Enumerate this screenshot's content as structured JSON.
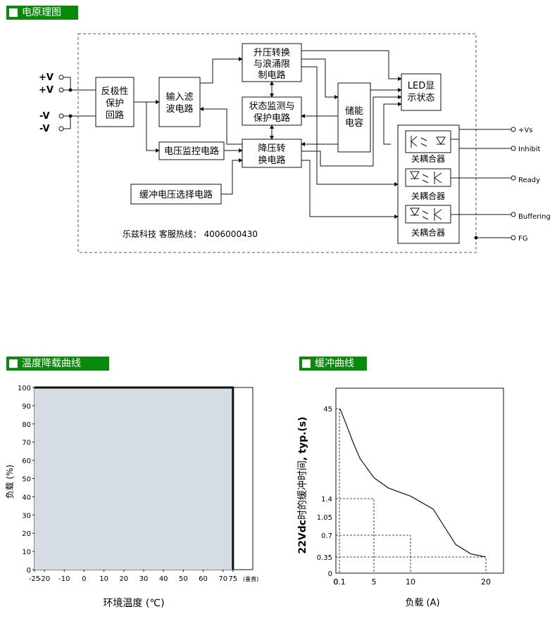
{
  "headers": {
    "schematic": "电原理图",
    "derating": "温度降载曲线",
    "buffer": "缓冲曲线"
  },
  "schematic": {
    "inputs": {
      "pos1": "+V",
      "pos2": "+V",
      "neg1": "-V",
      "neg2": "-V"
    },
    "blocks": {
      "reverse_protect": [
        "反极性",
        "保护",
        "回路"
      ],
      "input_filter": [
        "输入滤",
        "波电路"
      ],
      "boost": [
        "升压转换",
        "与浪涌限",
        "制电路"
      ],
      "status_monitor": [
        "状态监测与",
        "保护电路"
      ],
      "buck": [
        "降压转",
        "换电路"
      ],
      "voltage_monitor": "电压监控电路",
      "buffer_select": "缓冲电压选择电路",
      "storage": [
        "储能",
        "电容"
      ],
      "led": [
        "LED显",
        "示状态"
      ],
      "coupler": "关耦合器"
    },
    "outputs": {
      "vs": "+Vs",
      "inhibit": "Inhibit",
      "ready": "Ready",
      "buffering": "Buffering",
      "fg": "FG"
    },
    "hotline": "乐兹科技 客服热线： 4006000430"
  },
  "derating_chart": {
    "chart_data": {
      "type": "area",
      "x": [
        -25,
        75,
        75
      ],
      "y": [
        100,
        100,
        0
      ],
      "xticks": [
        "-25",
        "-20",
        "-10",
        "0",
        "10",
        "20",
        "30",
        "40",
        "50",
        "60",
        "70",
        "75"
      ],
      "yticks": [
        "0",
        "10",
        "20",
        "30",
        "40",
        "50",
        "60",
        "70",
        "80",
        "90",
        "100"
      ],
      "xlabel": "环境温度 (℃)",
      "ylabel": "负载 (%)",
      "x_unit_note": "(垂直)",
      "xlim": [
        -25,
        85
      ],
      "ylim": [
        0,
        100
      ],
      "fill_color": "#d5dce4"
    }
  },
  "buffer_chart": {
    "chart_data": {
      "type": "line",
      "x": [
        0.1,
        0.3,
        1,
        2,
        3,
        5,
        7,
        10,
        13,
        16,
        18,
        20
      ],
      "y": [
        45,
        44,
        38,
        29,
        21,
        11.5,
        6.5,
        2.6,
        1.2,
        0.55,
        0.4,
        0.35
      ],
      "xticks": [
        "0",
        "0.1",
        "5",
        "10",
        "20"
      ],
      "yticks": [
        "0",
        "0.35",
        "0.7",
        "1.05",
        "1.4",
        "45"
      ],
      "guides": [
        {
          "x": 0.1,
          "y": 45
        },
        {
          "x": 5,
          "y": 1.4
        },
        {
          "x": 10,
          "y": 0.7
        },
        {
          "x": 20,
          "y": 0.35
        }
      ],
      "xlabel": "负载 (A)",
      "ylabel_bold": "22Vdc",
      "ylabel_mid": "时的缓冲时间",
      "ylabel_tail": ", typ.(s)"
    }
  }
}
